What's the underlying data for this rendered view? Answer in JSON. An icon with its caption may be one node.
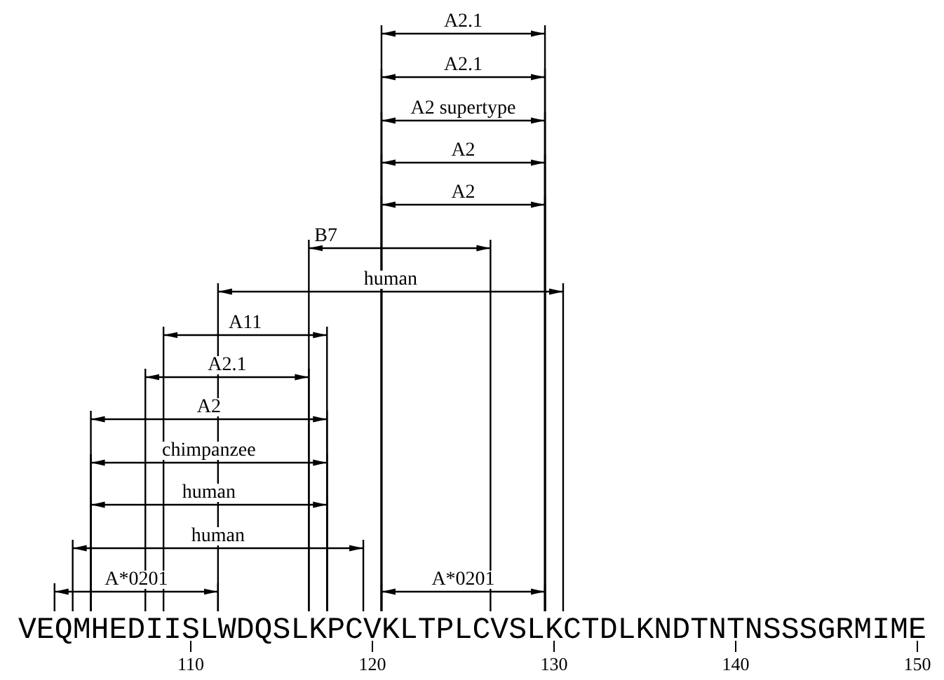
{
  "diagram": {
    "labels": [
      "A2.1",
      "A2.1",
      "A2 supertype",
      "A2",
      "A2",
      "B7",
      "human",
      "A11",
      "A2.1",
      "A2",
      "chimpanzee",
      "human",
      "human",
      "A*0201",
      "A*0201",
      "VEQMHEDIISLWDQSLKPCVKLTPLCVSLKCTDLKNDTNTNSSSGRMIME",
      "110",
      "120",
      "130",
      "140",
      "150"
    ]
  }
}
